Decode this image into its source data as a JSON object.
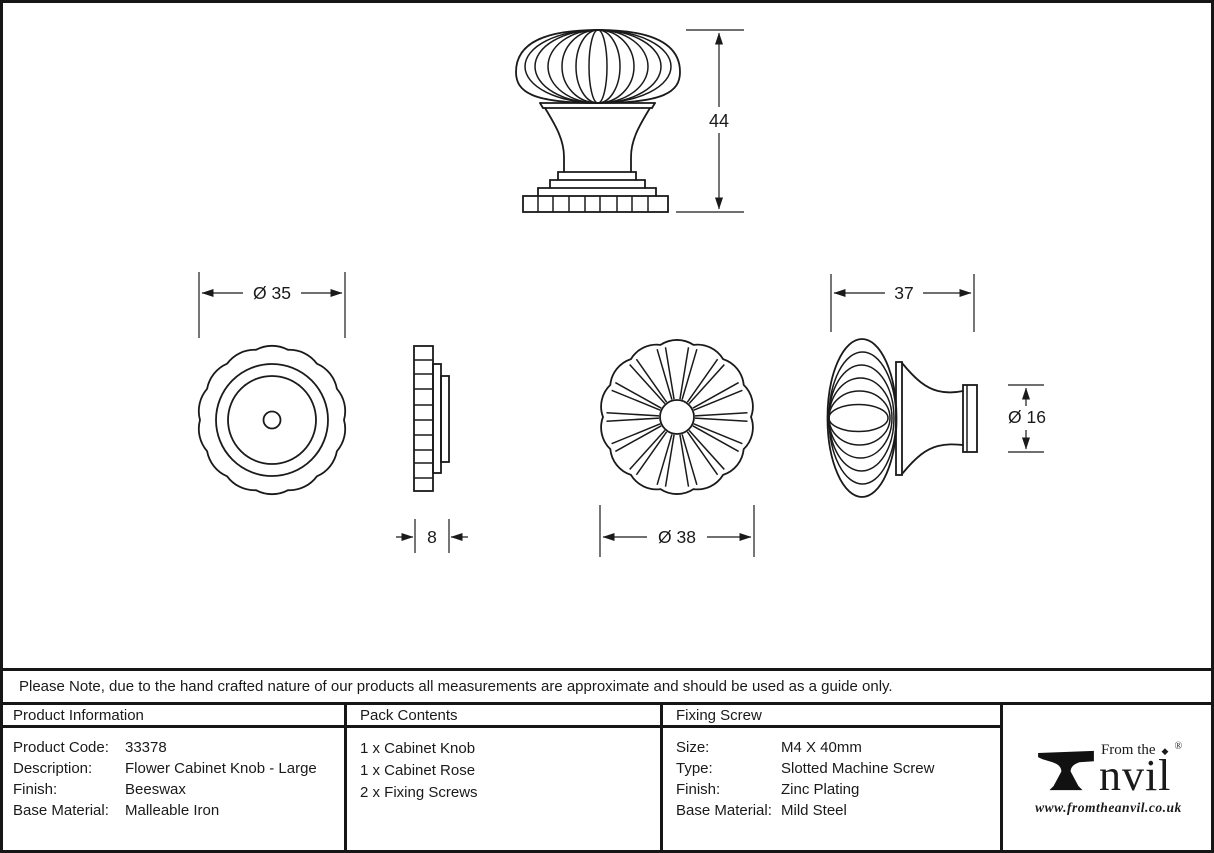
{
  "note": "Please Note, due to the hand crafted nature of our products all measurements are approximate and should be used as a guide only.",
  "drawings": {
    "dimensions": {
      "knob_height": "44",
      "rose_diameter": "Ø 35",
      "rose_depth": "8",
      "knob_face_diameter": "Ø 38",
      "knob_depth": "37",
      "base_diameter": "Ø 16"
    }
  },
  "product_information": {
    "header": "Product Information",
    "rows": [
      {
        "label": "Product Code:",
        "value": "33378"
      },
      {
        "label": "Description:",
        "value": "Flower Cabinet Knob - Large"
      },
      {
        "label": "Finish:",
        "value": "Beeswax"
      },
      {
        "label": "Base Material:",
        "value": "Malleable Iron"
      }
    ]
  },
  "pack_contents": {
    "header": "Pack Contents",
    "items": [
      "1 x Cabinet Knob",
      "1 x Cabinet Rose",
      "2 x Fixing Screws"
    ]
  },
  "fixing_screw": {
    "header": "Fixing Screw",
    "rows": [
      {
        "label": "Size:",
        "value": "M4 X 40mm"
      },
      {
        "label": "Type:",
        "value": "Slotted Machine Screw"
      },
      {
        "label": "Finish:",
        "value": "Zinc Plating"
      },
      {
        "label": "Base Material:",
        "value": "Mild Steel"
      }
    ]
  },
  "logo": {
    "prefix": "From the",
    "brand": "Anvil",
    "brand_tail": "nvil",
    "registered": "®",
    "diamond": "◆",
    "url": "www.fromtheanvil.co.uk"
  },
  "colors": {
    "line": "#1a1a1a",
    "border": "#161616",
    "background": "#ffffff"
  }
}
